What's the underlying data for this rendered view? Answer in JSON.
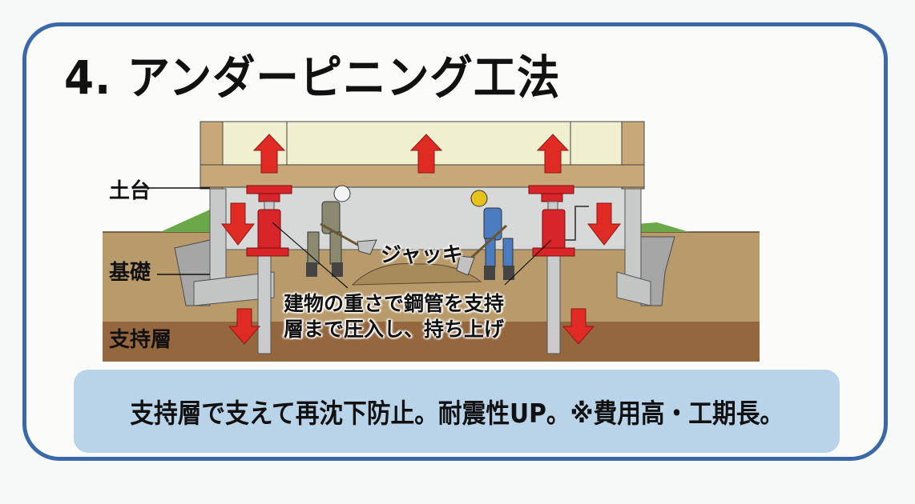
{
  "title": "4. アンダーピニング工法",
  "diagram": {
    "labels": {
      "dodai": "土台",
      "kiso": "基礎",
      "shijiso": "支持層",
      "jack": "ジャッキ"
    },
    "caption": {
      "line1": "建物の重さで鋼管を支持",
      "line2": "層まで圧入し、持ち上げ"
    },
    "arrows": {
      "up_count": 3,
      "down_count": 4
    },
    "colors": {
      "frame_border": "#3a68a8",
      "arrow_red": "#e02a24",
      "jack_red": "#d8252a",
      "soil": "#b99b6b",
      "bearing_layer": "#94673f",
      "wood": "#c8a878",
      "wall": "#f0efcf",
      "concrete": "#c8c9c9",
      "grass": "#6aa84a",
      "summary_bg": "#b9d3e9"
    }
  },
  "summary": {
    "text": "支持層で支えて再沈下防止。耐震性UP。※費用高・工期長。"
  }
}
